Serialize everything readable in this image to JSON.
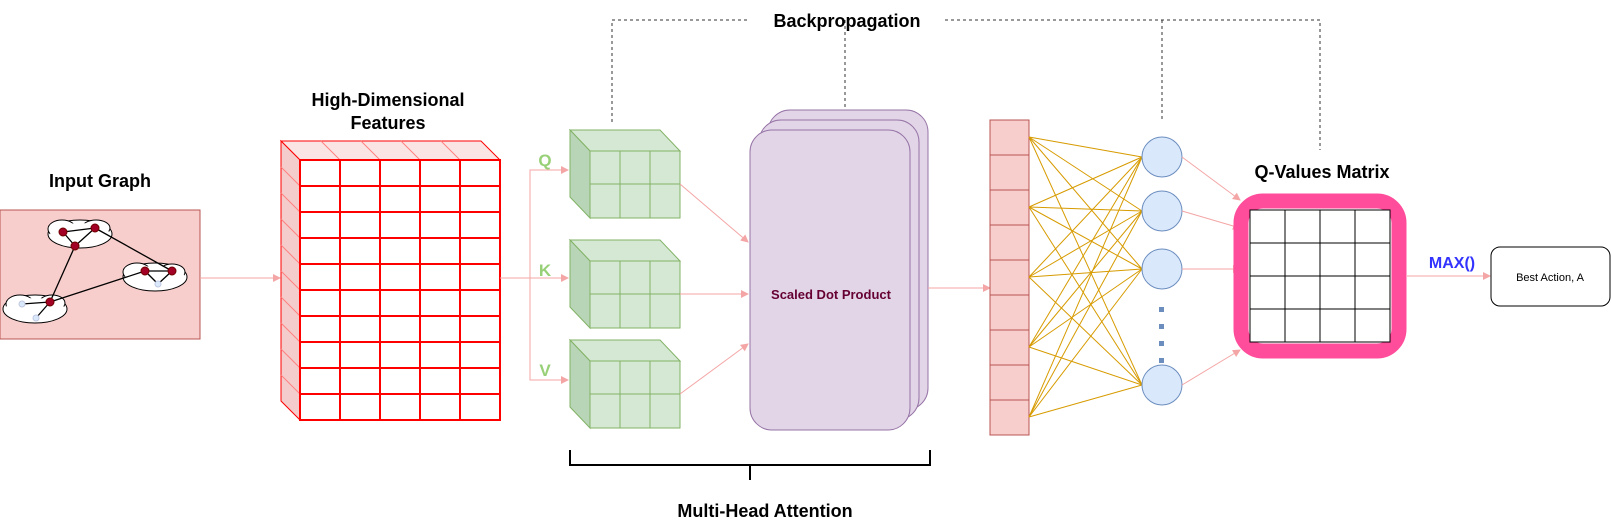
{
  "labels": {
    "backprop": "Backpropagation",
    "input_graph": "Input Graph",
    "high_dim_1": "High-Dimensional",
    "high_dim_2": "Features",
    "q": "Q",
    "k": "K",
    "v": "V",
    "scaled_dot": "Scaled Dot Product",
    "multi_head": "Multi-Head Attention",
    "qvalues": "Q-Values Matrix",
    "max": "MAX()",
    "best_action": "Best Action, A"
  },
  "colors": {
    "input_fill": "#f8cecc",
    "input_stroke": "#b85450",
    "node_red": "#a20025",
    "grid_red": "#ff0000",
    "qkv_fill": "#d5e8d4",
    "qkv_side": "#b9d5b7",
    "qkv_stroke": "#82b366",
    "qkv_text": "#97d077",
    "attn_fill": "#e1d5e7",
    "attn_stroke": "#9673a6",
    "attn_text": "#660033",
    "vec_fill": "#f8cecc",
    "vec_stroke": "#b85450",
    "conn": "#d79b00",
    "neuron_fill": "#dae8fc",
    "neuron_stroke": "#6c8ebf",
    "qmatrix_border": "#ff4c9b",
    "max_text": "#3333ff",
    "arrow_pink": "#f4a6a6"
  }
}
